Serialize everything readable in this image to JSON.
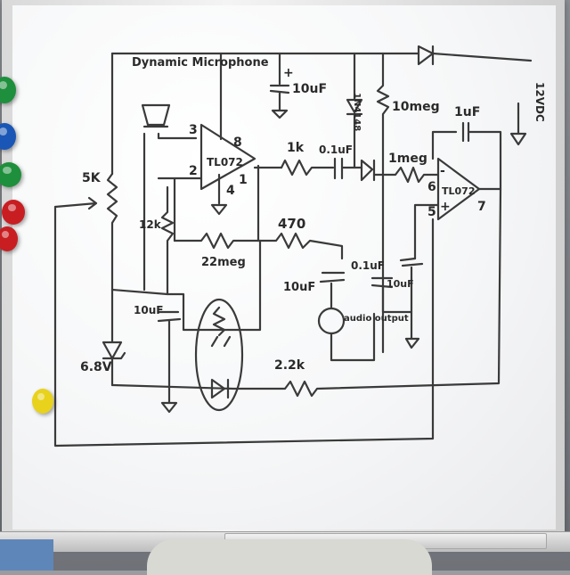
{
  "title": "Dynamic Microphone",
  "labels": {
    "pin3": "3",
    "pin2": "2",
    "pin8": "8",
    "pin4": "4",
    "pin1": "1",
    "opamp1": "TL072",
    "opamp2": "TL072",
    "r_5k": "5K",
    "r_12k": "12k",
    "r_1k": "1k",
    "r_22meg": "22meg",
    "r_470": "470",
    "r_10meg": "10meg",
    "r_1meg": "1meg",
    "r_2_2k": "2.2k",
    "c_10uf_top": "10uF",
    "c_0_1uf_top": "0.1uF",
    "c_1uf": "1uF",
    "c_10uf_mid": "10uF",
    "c_0_1uf_mid": "0.1uF",
    "c_10uf_right": "10uF",
    "c_10uf_left": "10uF",
    "diode": "1N4148",
    "zener": "6.8V",
    "supply": "12VDC",
    "pin6": "6",
    "pin5": "5",
    "pin7": "7",
    "audio_out": "audio output",
    "plus_signs": "+",
    "minus_sign": "-"
  },
  "colors": {
    "ink": "#3a3a3a",
    "board": "#f6f7f8",
    "frame": "#d9d9d9",
    "magnet_green": "#1e8f3c",
    "magnet_blue": "#1a56b5",
    "magnet_red": "#c81e22",
    "magnet_yellow": "#e8d21c"
  },
  "magnets": [
    {
      "name": "green-magnet",
      "color": "magnet_green"
    },
    {
      "name": "blue-magnet",
      "color": "magnet_blue"
    },
    {
      "name": "green-magnet-2",
      "color": "magnet_green"
    },
    {
      "name": "red-magnet",
      "color": "magnet_red"
    },
    {
      "name": "red-magnet-2",
      "color": "magnet_red"
    },
    {
      "name": "yellow-magnet",
      "color": "magnet_yellow"
    }
  ]
}
